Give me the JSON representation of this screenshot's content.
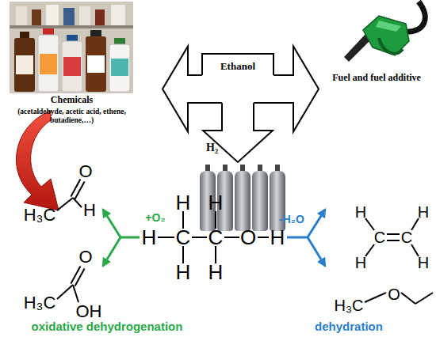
{
  "diagram": {
    "nodes": [
      {
        "text": [
          "Chemicals",
          "(acetaldehyde, acetic acid, ethene, butadiene,…)"
        ]
      },
      {
        "text": [
          "Ethanol"
        ]
      },
      {
        "text": [
          "Fuel and fuel additive"
        ]
      },
      {
        "text": [
          "H₂"
        ]
      }
    ],
    "edges": [
      {
        "from": 1,
        "to": 0,
        "arrow": "to"
      },
      {
        "from": 1,
        "to": 2,
        "arrow": "to"
      },
      {
        "from": 1,
        "to": 3,
        "arrow": "to"
      }
    ],
    "labels": [
      "H₃C",
      "O",
      "H",
      "H₃C",
      "O",
      "OH",
      "+O₂",
      "H",
      "H",
      "H",
      "C",
      "C",
      "O",
      "H",
      "H",
      "H",
      "-H₂O",
      "H",
      "H",
      "C",
      "C",
      "H",
      "H",
      "H₃C",
      "O",
      "oxidative dehydrogenation",
      "dehydration"
    ]
  }
}
